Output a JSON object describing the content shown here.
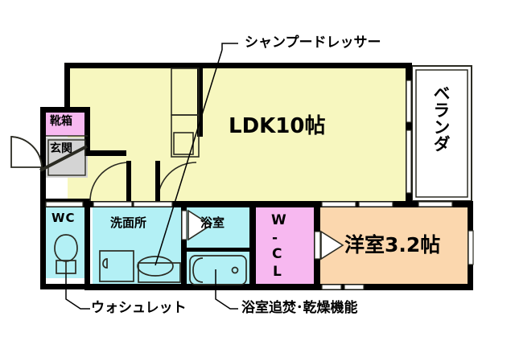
{
  "document": {
    "type": "floor-plan",
    "title": "1LDK apartment floor plan",
    "background_color": "#ffffff"
  },
  "colors": {
    "wall": "#000000",
    "ldk_fill": "#f7f7bf",
    "water_fill": "#b3f0f5",
    "closet_fill": "#f7b8f0",
    "shoebox_fill": "#f7b8f0",
    "entrance_fill": "#d4d4d4",
    "bedroom_fill": "#fbd7ae",
    "veranda_fill": "#ffffff",
    "fixture_line": "#000000",
    "leader_line": "#000000"
  },
  "rooms": [
    {
      "id": "ldk",
      "label": "LDK10帖",
      "fill": "#f7f7bf"
    },
    {
      "id": "bedroom",
      "label": "洋室3.2帖",
      "fill": "#fbd7ae"
    },
    {
      "id": "veranda",
      "label": "ベランダ",
      "fill": "#ffffff"
    },
    {
      "id": "wc",
      "label": "WC",
      "fill": "#b3f0f5"
    },
    {
      "id": "washroom",
      "label": "洗面所",
      "fill": "#b3f0f5"
    },
    {
      "id": "bathroom",
      "label": "浴室",
      "fill": "#b3f0f5"
    },
    {
      "id": "closet",
      "label": "W-C-L",
      "fill": "#f7b8f0"
    },
    {
      "id": "shoebox",
      "label": "靴箱",
      "fill": "#f7b8f0"
    },
    {
      "id": "entrance",
      "label": "玄関",
      "fill": "#d4d4d4"
    }
  ],
  "labels": {
    "ldk": "LDK10帖",
    "bedroom": "洋室3.2帖",
    "veranda_chars": "ベランダ",
    "wc": "WC",
    "washroom": "洗面所",
    "bathroom": "浴室",
    "closet_chars": "W-C-L",
    "closet_line1": "W",
    "closet_line2": "-",
    "closet_line3": "C",
    "closet_line4": "L",
    "shoebox": "靴箱",
    "entrance": "玄関"
  },
  "annotations": [
    {
      "id": "shampoo-dresser",
      "text": "シャンプードレッサー",
      "position": "top",
      "points_to": "washroom-sink"
    },
    {
      "id": "washlet",
      "text": "ウォシュレット",
      "position": "bottom-left",
      "points_to": "wc-toilet"
    },
    {
      "id": "bath-reheat-dry",
      "text": "浴室追焚･乾燥機能",
      "position": "bottom-center",
      "points_to": "bathtub"
    }
  ],
  "fixtures": [
    {
      "id": "kitchen-counter",
      "room": "ldk",
      "name": "kitchen-counter"
    },
    {
      "id": "kitchen-sink",
      "room": "ldk",
      "name": "kitchen-sink"
    },
    {
      "id": "wc-toilet",
      "room": "wc",
      "name": "toilet"
    },
    {
      "id": "washing-machine",
      "room": "washroom",
      "name": "washing-machine-pan"
    },
    {
      "id": "washroom-sink",
      "room": "washroom",
      "name": "vanity-sink"
    },
    {
      "id": "bathtub",
      "room": "bathroom",
      "name": "bathtub"
    }
  ],
  "openings": [
    {
      "id": "entrance-door",
      "type": "hinged-door",
      "room": "entrance"
    },
    {
      "id": "hall-door-1",
      "type": "hinged-door",
      "room": "hall"
    },
    {
      "id": "hall-door-2",
      "type": "hinged-door",
      "room": "hall"
    },
    {
      "id": "bathroom-door",
      "type": "sliding-door",
      "room": "bathroom"
    },
    {
      "id": "bedroom-door",
      "type": "sliding-door",
      "room": "bedroom"
    },
    {
      "id": "balcony-window",
      "type": "window",
      "room": "ldk"
    },
    {
      "id": "bedroom-window",
      "type": "window",
      "room": "bedroom"
    }
  ]
}
